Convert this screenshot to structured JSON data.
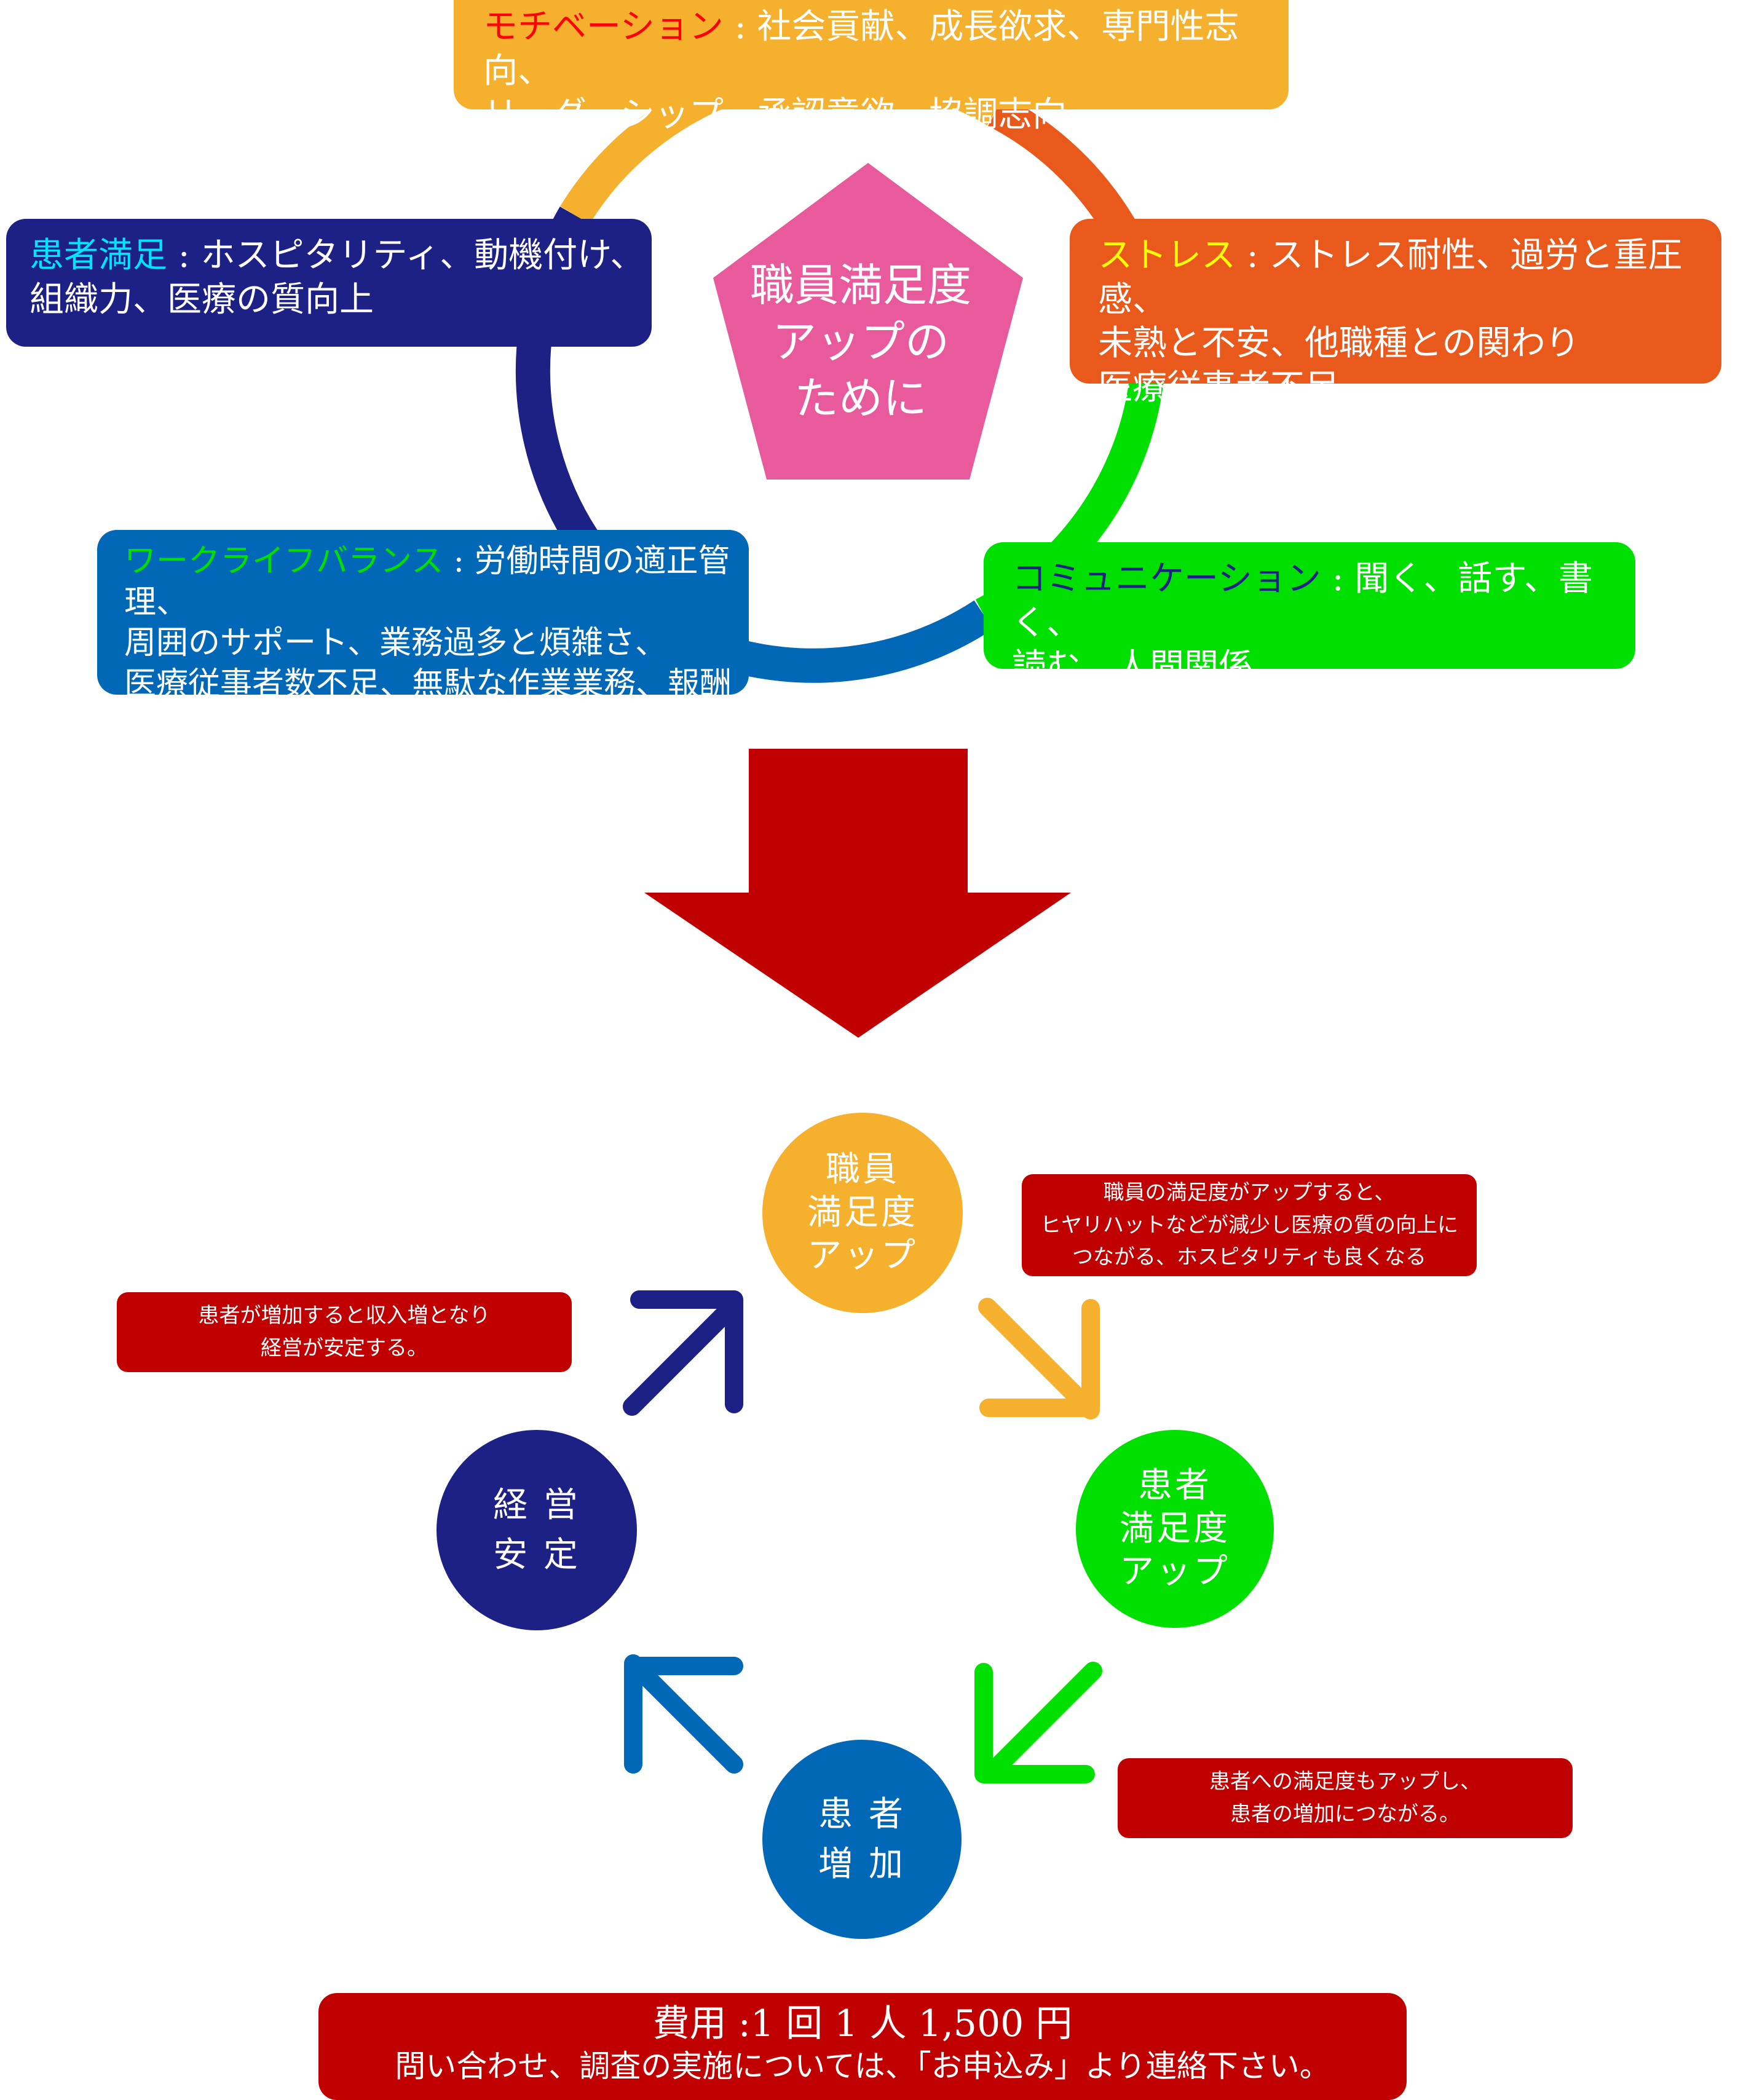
{
  "top": {
    "center": [
      "職員満足度",
      "アップの",
      "ために"
    ],
    "motivation": {
      "keyword": "モチベーション",
      "sep": " : ",
      "line1": "社会貢献、成長欲求、専門性志向、",
      "line2": "リーダーシップ、承認意欲、協調志向"
    },
    "patient": {
      "keyword": "患者満足",
      "sep": " : ",
      "line1": "ホスピタリティ、動機付け、",
      "line2": "組織力、医療の質向上"
    },
    "stress": {
      "keyword": "ストレス",
      "sep": " : ",
      "line1": "ストレス耐性、過労と重圧感、",
      "line2": "未熟と不安、他職種との関わり",
      "line3": "医療従事者不足"
    },
    "worklife": {
      "keyword": "ワークライフバランス",
      "sep": " : ",
      "line1": "労働時間の適正管理、",
      "line2": "周囲のサポート、業務過多と煩雑さ、",
      "line3": "医療従事者数不足、無駄な作業業務、報酬処遇"
    },
    "communication": {
      "keyword": "コミュニケーション",
      "sep": " : ",
      "line1": "聞く、話す、書く、",
      "line2": "読む、人間関係"
    }
  },
  "cycle": {
    "staff": [
      "職員",
      "満足度",
      "アップ"
    ],
    "patient_sat": [
      "患者",
      "満足度",
      "アップ"
    ],
    "patient_inc": [
      "患 者",
      "増 加"
    ],
    "management": [
      "経 営",
      "安 定"
    ]
  },
  "notes": {
    "staff_note": [
      "職員の満足度がアップすると、",
      "ヒヤリハットなどが減少し医療の質の向上に",
      "つながる、ホスピタリティも良くなる"
    ],
    "mgmt_note": [
      "患者が増加すると収入増となり",
      "経営が安定する。"
    ],
    "patient_note": [
      "患者への満足度もアップし、",
      "患者の増加につながる。"
    ]
  },
  "cost": {
    "line1": "費用 :1 回 1 人 1,500 円",
    "line2": "問い合わせ、調査の実施については、「お申込み」より連絡下さい。"
  },
  "colors": {
    "orange_yellow": "#f5b12d",
    "orange": "#e8591b",
    "green": "#00e000",
    "blue": "#0068b7",
    "navy": "#1d2084",
    "pink": "#e85a9c",
    "red": "#c00000",
    "kw_motivation": "#ff0000",
    "kw_patient": "#00e5ff",
    "kw_stress": "#ffff00",
    "kw_worklife": "#00e000",
    "kw_communication": "#1d2084"
  }
}
